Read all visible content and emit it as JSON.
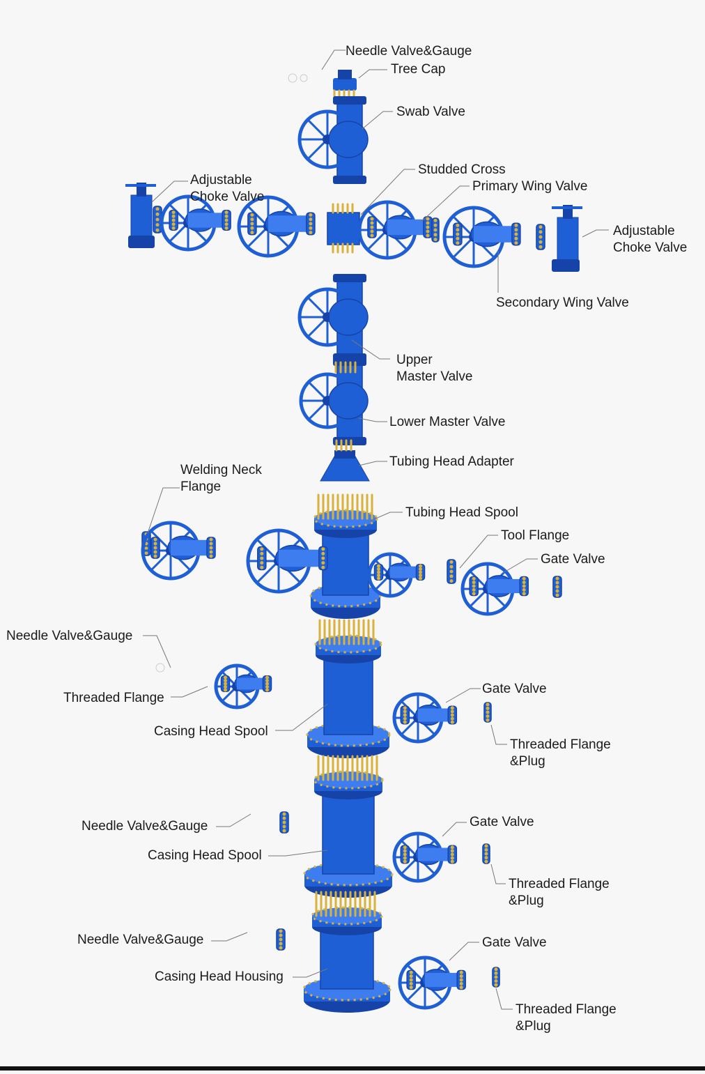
{
  "colors": {
    "body": "#1f5fd6",
    "dark": "#1643a8",
    "light": "#3d7df0",
    "stud": "#d9b23a",
    "leader": "#777777"
  },
  "labels": {
    "needle_valve_gauge_top": "Needle Valve&Gauge",
    "tree_cap": "Tree Cap",
    "swab_valve": "Swab Valve",
    "studded_cross": "Studded Cross",
    "primary_wing_valve": "Primary Wing Valve",
    "adjustable_choke_valve_left": "Adjustable\nChoke Valve",
    "adjustable_choke_valve_right": "Adjustable\nChoke Valve",
    "secondary_wing_valve": "Secondary Wing Valve",
    "upper_master_valve": "Upper\nMaster Valve",
    "lower_master_valve": "Lower Master Valve",
    "tubing_head_adapter": "Tubing Head Adapter",
    "welding_neck_flange": "Welding Neck\nFlange",
    "tubing_head_spool": "Tubing Head Spool",
    "tool_flange": "Tool Flange",
    "gate_valve_1": "Gate Valve",
    "needle_valve_gauge_2": "Needle Valve&Gauge",
    "threaded_flange": "Threaded Flange",
    "casing_head_spool_1": "Casing Head Spool",
    "gate_valve_2": "Gate Valve",
    "threaded_flange_plug_1": "Threaded Flange\n&Plug",
    "needle_valve_gauge_3": "Needle Valve&Gauge",
    "casing_head_spool_2": "Casing Head Spool",
    "gate_valve_3": "Gate Valve",
    "threaded_flange_plug_2": "Threaded Flange\n&Plug",
    "needle_valve_gauge_4": "Needle Valve&Gauge",
    "casing_head_housing": "Casing Head Housing",
    "gate_valve_4": "Gate Valve",
    "threaded_flange_plug_3": "Threaded Flange\n&Plug"
  }
}
